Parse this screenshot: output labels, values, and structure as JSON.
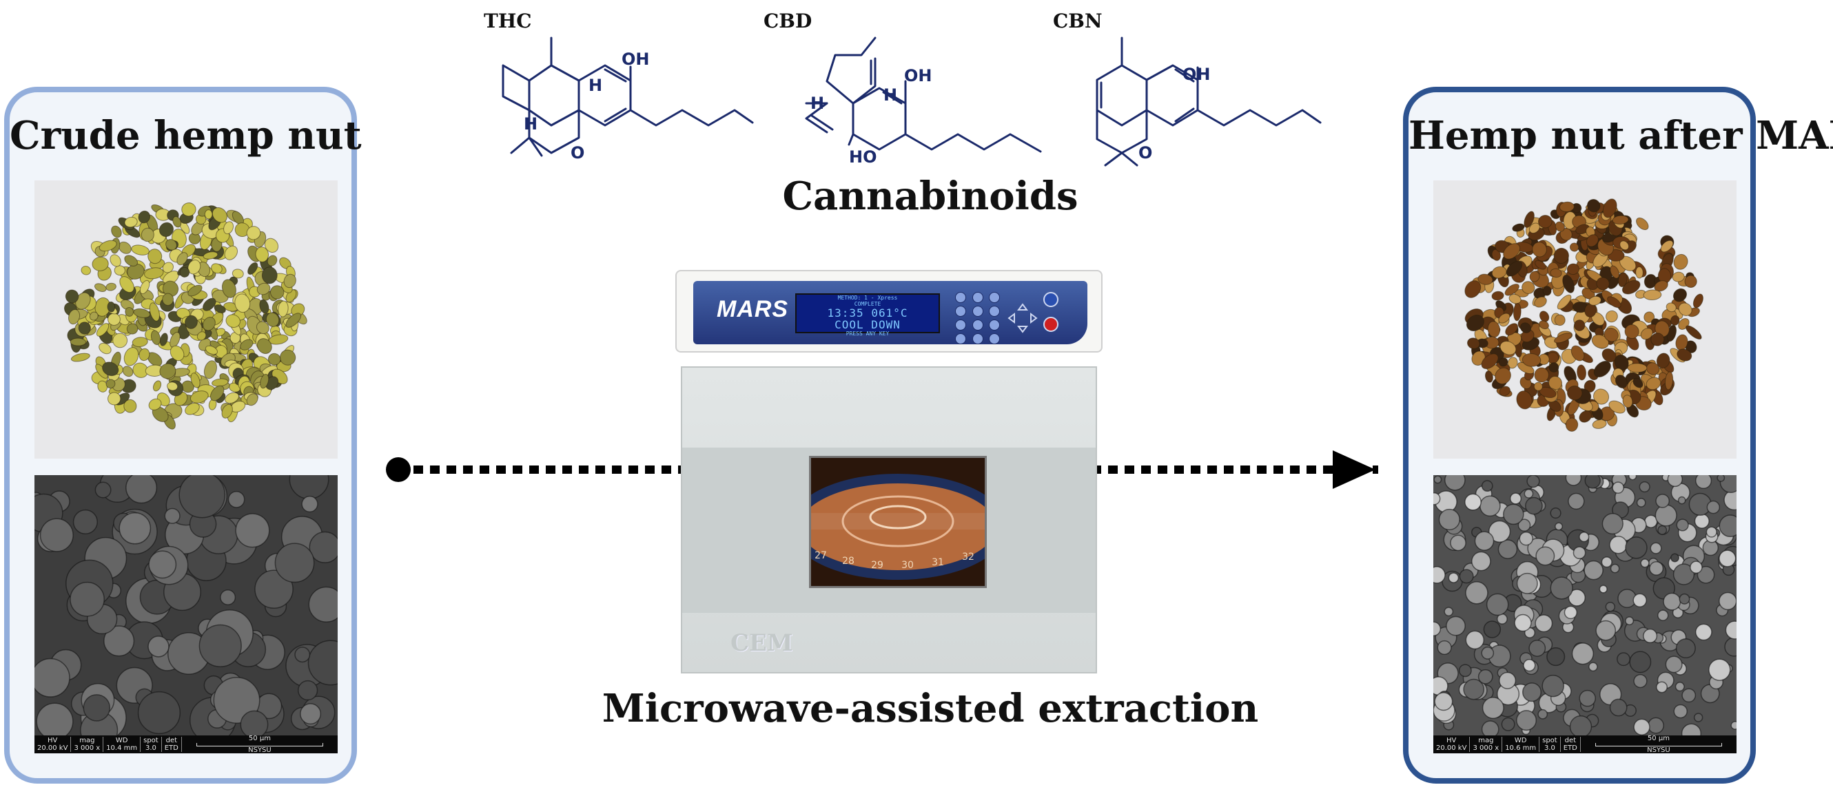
{
  "left_panel": {
    "title": "Crude hemp nut",
    "sem_info": {
      "headers": [
        "HV",
        "mag",
        "WD",
        "spot",
        "det"
      ],
      "values": [
        "20.00 kV",
        "3 000 x",
        "10.4 mm",
        "3.0",
        "ETD"
      ],
      "scale": "50 µm",
      "org": "NSYSU"
    }
  },
  "right_panel": {
    "title": "Hemp nut after MAE",
    "sem_info": {
      "headers": [
        "HV",
        "mag",
        "WD",
        "spot",
        "det"
      ],
      "values": [
        "20.00 kV",
        "3 000 x",
        "10.6 mm",
        "3.0",
        "ETD"
      ],
      "scale": "50 µm",
      "org": "NSYSU"
    }
  },
  "molecules": [
    {
      "name": "THC",
      "oh": "OH",
      "h1": "H",
      "h2": "H",
      "o": "O"
    },
    {
      "name": "CBD",
      "oh": "OH",
      "ho": "HO",
      "h1": "H",
      "h2": "H"
    },
    {
      "name": "CBN",
      "oh": "OH",
      "o": "O"
    }
  ],
  "captions": {
    "cannabinoids": "Cannabinoids",
    "process": "Microwave-assisted extraction"
  },
  "microwave": {
    "brand": "MARS",
    "maker": "CEM",
    "display_lines": [
      "METHOD: 1 - Xpress",
      "COMPLETE",
      "13:35  061°C",
      "COOL DOWN",
      "PRESS ANY KEY"
    ],
    "turntable_numbers": [
      "27",
      "28",
      "29",
      "30",
      "31",
      "32"
    ]
  },
  "colors": {
    "left_border": "#93aedb",
    "right_border": "#2d5390",
    "molecule": "#1b2a6b",
    "arrow": "#000000"
  }
}
